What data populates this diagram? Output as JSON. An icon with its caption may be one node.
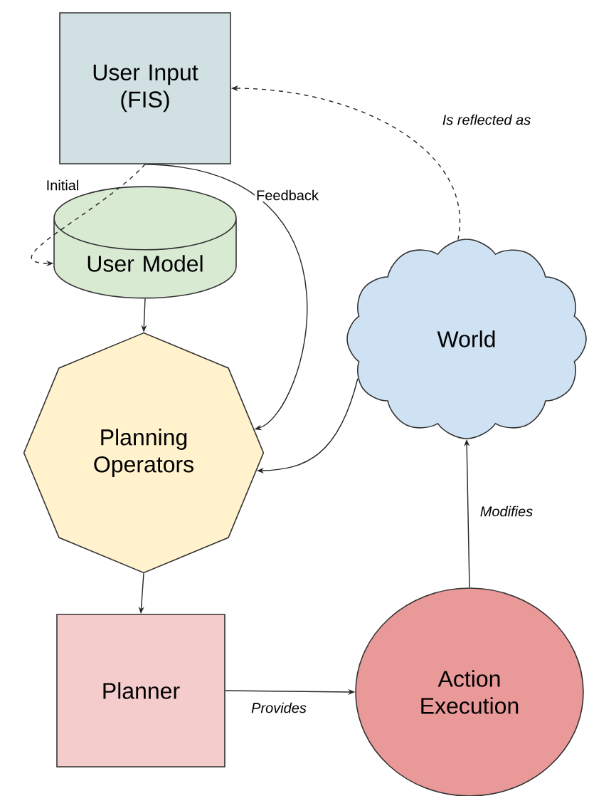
{
  "diagram": {
    "nodes": [
      {
        "text": [
          "User Input (FIS)"
        ]
      },
      {
        "text": [
          "User Model"
        ]
      },
      {
        "text": [
          "Planning Operators"
        ]
      },
      {
        "text": [
          "World"
        ]
      },
      {
        "text": [
          "Planner"
        ]
      },
      {
        "text": [
          "Action Execution"
        ]
      }
    ],
    "edges": [
      {
        "from": 0,
        "to": 1,
        "arrow": "to",
        "label": "Initial",
        "style": "dashed"
      },
      {
        "from": 0,
        "to": 2,
        "arrow": "to",
        "label": "Feedback"
      },
      {
        "from": 3,
        "to": 0,
        "arrow": "to",
        "label": "Is reflected as",
        "style": "dashed"
      },
      {
        "from": 1,
        "to": 2,
        "arrow": "to"
      },
      {
        "from": 3,
        "to": 2,
        "arrow": "to"
      },
      {
        "from": 2,
        "to": 4,
        "arrow": "to"
      },
      {
        "from": 4,
        "to": 5,
        "arrow": "to",
        "label": "Provides"
      },
      {
        "from": 5,
        "to": 3,
        "arrow": "to",
        "label": "Modifies"
      }
    ]
  }
}
